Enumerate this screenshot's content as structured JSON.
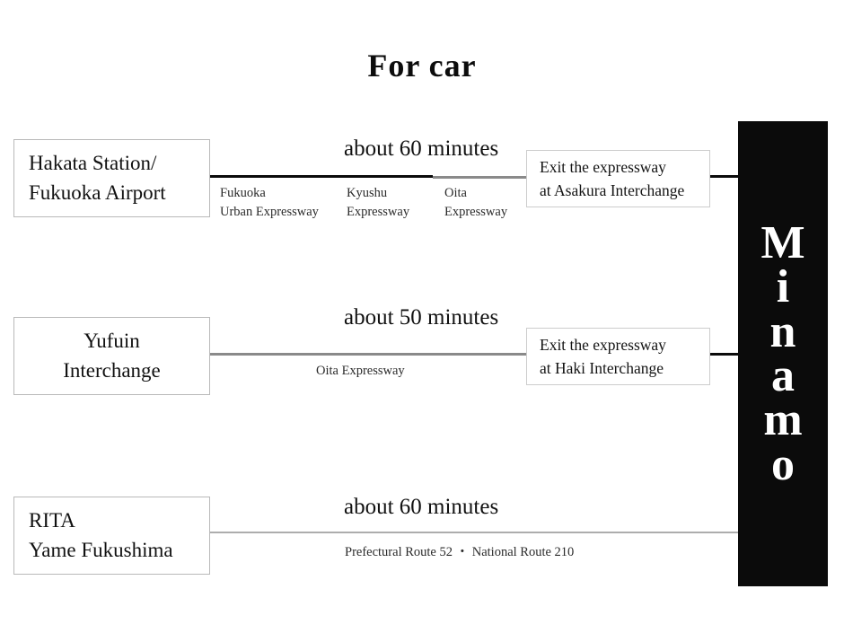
{
  "page": {
    "title": "For car",
    "background_color": "#ffffff",
    "text_color": "#111111"
  },
  "destination": {
    "name": "Minamo",
    "letters": [
      "M",
      "i",
      "n",
      "a",
      "m",
      "o"
    ],
    "background_color": "#0b0b0b",
    "text_color": "#ffffff"
  },
  "routes": [
    {
      "origin_lines": [
        "Hakata Station/",
        "Fukuoka Airport"
      ],
      "duration": "about 60 minutes",
      "segments": [
        {
          "lines": [
            "Fukuoka",
            "Urban Expressway"
          ]
        },
        {
          "lines": [
            "Kyushu",
            "Expressway"
          ]
        },
        {
          "lines": [
            "Oita",
            "Expressway"
          ]
        }
      ],
      "exit_lines": [
        "Exit the expressway",
        "at Asakura Interchange"
      ],
      "line_color_primary": "#0b0b0b",
      "line_color_secondary": "#8a8a8a"
    },
    {
      "origin_lines": [
        "Yufuin",
        "Interchange"
      ],
      "duration": "about 50 minutes",
      "segments": [
        {
          "lines": [
            "Oita Expressway"
          ]
        }
      ],
      "exit_lines": [
        "Exit the expressway",
        "at Haki Interchange"
      ],
      "line_color_primary": "#8a8a8a",
      "line_color_secondary": "#0b0b0b"
    },
    {
      "origin_lines": [
        "RITA",
        "Yame Fukushima"
      ],
      "duration": "about 60 minutes",
      "segments": [
        {
          "lines": [
            "Prefectural Route 52 ・ National Route 210"
          ]
        }
      ],
      "exit_lines": [],
      "line_color_primary": "#adadad",
      "line_color_secondary": "#adadad"
    }
  ]
}
